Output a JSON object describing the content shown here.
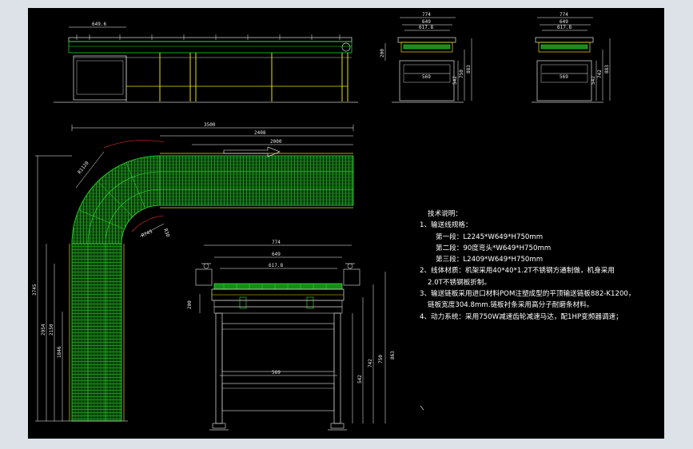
{
  "colors": {
    "background": "#000000",
    "frame_gray": "#c8c8c8",
    "conveyor_green": "#2ee62e",
    "leg_yellow": "#e8e000",
    "dim_line": "#ffffff",
    "arc_red": "#ff3030"
  },
  "top_view": {
    "dims": {
      "d649_6": "649.6",
      "d3500": "3500",
      "d2408": "2408",
      "d2000": "2000",
      "d3745": "3745",
      "d2954": "2954",
      "d2150": "2150",
      "d1846": "1846",
      "r745": "R745",
      "r1120": "R1120",
      "r30": "R30"
    }
  },
  "side_view_right_1": {
    "d774": "774",
    "d649": "649",
    "d617_8": "617.8",
    "d569": "569",
    "d200": "200",
    "d542": "542",
    "d750": "750",
    "d883": "883"
  },
  "side_view_right_2": {
    "d774": "774",
    "d649": "649",
    "d617_8": "617.8",
    "d569": "569",
    "d542": "542",
    "d742": "742",
    "d883": "883"
  },
  "section_view": {
    "d774": "774",
    "d649": "649",
    "d617_8": "617.8",
    "d569": "569",
    "d200": "200",
    "d542": "542",
    "d742": "742",
    "d750": "750",
    "d863": "863"
  },
  "notes": {
    "title": "技术说明：",
    "l1": "1、输送线规格：",
    "l1a": "第一段：L2245*W649*H750mm",
    "l1b": "第二段：90度弯头*W649*H750mm",
    "l1c": "第三段：L2409*W649*H750mm",
    "l2": "2、线体材质：机架采用40*40*1.2T不锈钢方通制做，机身采用",
    "l2b": "2.0T不锈钢板折制。",
    "l3": "3、输送链板采用进口材料POM注塑成型的平顶输送链板882-K1200，",
    "l3b": "链板宽度304.8mm.链板衬条采用高分子耐磨条材料。",
    "l4": "4、动力系统：采用750W减速齿轮减速马达，配1HP变频器调速；"
  }
}
